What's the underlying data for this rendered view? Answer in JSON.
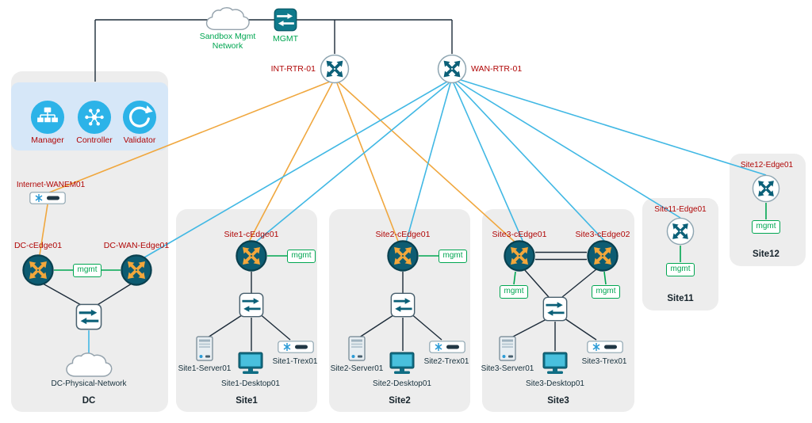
{
  "colors": {
    "label_red": "#b00606",
    "mgmt_green": "#00a651",
    "link_orange": "#f0a73e",
    "link_cyan": "#41b8e4",
    "link_dark": "#1c2b39",
    "edge_node_teal": "#0d5c72",
    "edge_node_gold": "#f3a73b",
    "controller_blue": "#2cb3e8",
    "group_background": "#ededed",
    "controllers_panel_background": "#d6e7f8"
  },
  "top": {
    "sandbox_cloud_label": "Sandbox Mgmt Network",
    "mgmt_switch_label": "MGMT",
    "int_router_label": "INT-RTR-01",
    "wan_router_label": "WAN-RTR-01"
  },
  "controllers": {
    "items": [
      {
        "label": "Manager"
      },
      {
        "label": "Controller"
      },
      {
        "label": "Validator"
      }
    ]
  },
  "dc": {
    "group_label": "DC",
    "wanem_label": "Internet-WANEM01",
    "cedge_label": "DC-cEdge01",
    "wan_edge_label": "DC-WAN-Edge01",
    "mgmt_label": "mgmt",
    "cloud_label": "DC-Physical-Network"
  },
  "site1": {
    "group_label": "Site1",
    "cedge_label": "Site1-cEdge01",
    "mgmt_label": "mgmt",
    "server_label": "Site1-Server01",
    "desktop_label": "Site1-Desktop01",
    "trex_label": "Site1-Trex01"
  },
  "site2": {
    "group_label": "Site2",
    "cedge_label": "Site2-cEdge01",
    "mgmt_label": "mgmt",
    "server_label": "Site2-Server01",
    "desktop_label": "Site2-Desktop01",
    "trex_label": "Site2-Trex01"
  },
  "site3": {
    "group_label": "Site3",
    "cedge1_label": "Site3-cEdge01",
    "cedge2_label": "Site3-cEdge02",
    "mgmt1_label": "mgmt",
    "mgmt2_label": "mgmt",
    "server_label": "Site3-Server01",
    "desktop_label": "Site3-Desktop01",
    "trex_label": "Site3-Trex01"
  },
  "site11": {
    "group_label": "Site11",
    "edge_label": "Site11-Edge01",
    "mgmt_label": "mgmt"
  },
  "site12": {
    "group_label": "Site12",
    "edge_label": "Site12-Edge01",
    "mgmt_label": "mgmt"
  }
}
